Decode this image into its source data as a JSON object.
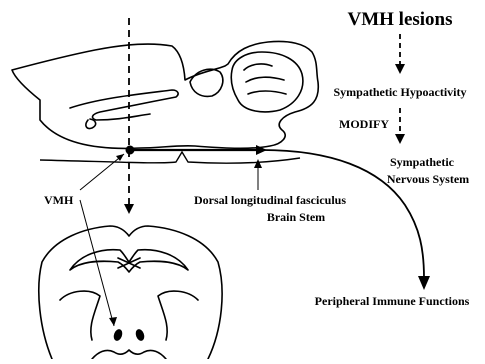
{
  "diagram": {
    "title": "VMH lesions",
    "flow": {
      "step1": "Sympathetic Hypoactivity",
      "modify": "MODIFY",
      "step2_line1": "Sympathetic",
      "step2_line2": "Nervous System",
      "step3": "Peripheral Immune Functions"
    },
    "labels": {
      "vmh": "VMH",
      "fasciculus": "Dorsal longitudinal fasciculus",
      "brain_stem": "Brain Stem"
    },
    "colors": {
      "ink": "#000000",
      "background": "#ffffff"
    }
  }
}
